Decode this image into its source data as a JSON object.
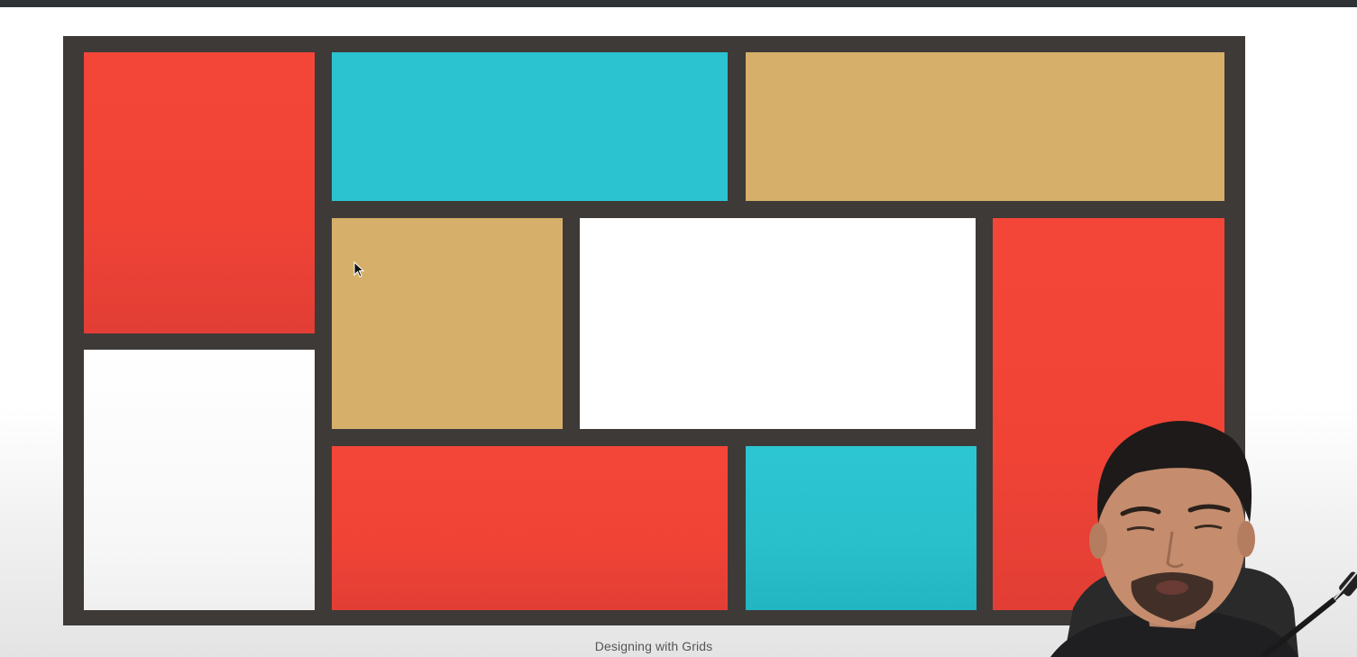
{
  "caption": {
    "text": "Designing with Grids"
  },
  "colors": {
    "top_bar": "#2f3336",
    "frame": "#3e3a38",
    "red": "#f24638",
    "cyan": "#2cc3d0",
    "tan": "#d6b06a",
    "white": "#ffffff"
  },
  "grid": {
    "cells": [
      {
        "name": "cell-red-top-left",
        "color": "red"
      },
      {
        "name": "cell-cyan-top-middle",
        "color": "cyan"
      },
      {
        "name": "cell-tan-top-right",
        "color": "tan"
      },
      {
        "name": "cell-tan-middle-left",
        "color": "tan"
      },
      {
        "name": "cell-white-center",
        "color": "white"
      },
      {
        "name": "cell-red-right-tall",
        "color": "red"
      },
      {
        "name": "cell-white-bottom-left",
        "color": "white"
      },
      {
        "name": "cell-red-bottom-middle",
        "color": "red"
      },
      {
        "name": "cell-cyan-bottom",
        "color": "cyan"
      }
    ]
  },
  "icons": {
    "cursor": "mouse-pointer-icon",
    "webcam": "presenter-webcam"
  }
}
